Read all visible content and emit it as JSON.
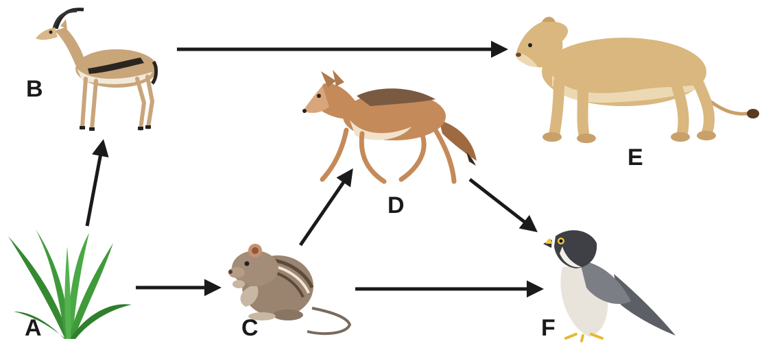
{
  "diagram": {
    "type": "food-web",
    "nodes": [
      {
        "id": "A",
        "label": "A",
        "organism_icon": "grass-icon"
      },
      {
        "id": "B",
        "label": "B",
        "organism_icon": "gazelle-icon"
      },
      {
        "id": "C",
        "label": "C",
        "organism_icon": "mouse-icon"
      },
      {
        "id": "D",
        "label": "D",
        "organism_icon": "jackal-icon"
      },
      {
        "id": "E",
        "label": "E",
        "organism_icon": "lioness-icon"
      },
      {
        "id": "F",
        "label": "F",
        "organism_icon": "falcon-icon"
      }
    ],
    "edges": [
      {
        "from": "A",
        "to": "B"
      },
      {
        "from": "A",
        "to": "C"
      },
      {
        "from": "B",
        "to": "E"
      },
      {
        "from": "C",
        "to": "D"
      },
      {
        "from": "C",
        "to": "F"
      },
      {
        "from": "D",
        "to": "F"
      }
    ],
    "colors": {
      "arrow": "#1a1a1a",
      "grass": "#3f9a3a",
      "gazelle": "#c9a57a",
      "mouse": "#9a8470",
      "jackal": "#c58a5a",
      "lioness": "#d9b77e",
      "falcon": "#7b7e84"
    }
  }
}
